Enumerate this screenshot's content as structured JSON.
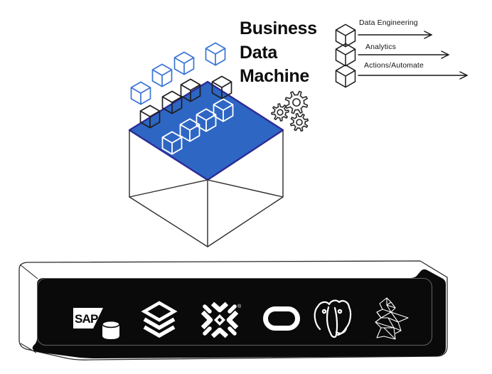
{
  "title": {
    "lines": [
      "Business",
      "Data",
      "Machine"
    ]
  },
  "pipeline": {
    "stages": [
      {
        "label": "Data Engineering",
        "icon": "cube-icon"
      },
      {
        "label": "Analytics",
        "icon": "cube-icon"
      },
      {
        "label": "Actions/Automate",
        "icon": "cube-icon"
      }
    ]
  },
  "machine": {
    "top_face_color": "#2E66C4",
    "top_face_edge_color": "#2D2B96",
    "cube_outline_blue": "#3A74D6",
    "cube_outline_dark": "#1F1F1F",
    "cube_outline_white": "#FFFFFF",
    "gears_icon": "gears-icon",
    "floating_cube_rows": {
      "incoming_blue": 4,
      "edge_dark": 4,
      "surface_white": 4
    }
  },
  "integrations": {
    "bar_color": "#0A0A0A",
    "logos": [
      {
        "name": "sap",
        "icon": "sap-logo",
        "text": "SAP"
      },
      {
        "name": "databricks",
        "icon": "databricks-logo"
      },
      {
        "name": "snowflake",
        "icon": "snowflake-logo",
        "reg_mark": "®"
      },
      {
        "name": "oracle",
        "icon": "oracle-logo"
      },
      {
        "name": "postgresql",
        "icon": "postgresql-elephant-logo"
      },
      {
        "name": "sql-server",
        "icon": "sql-server-logo"
      }
    ]
  }
}
